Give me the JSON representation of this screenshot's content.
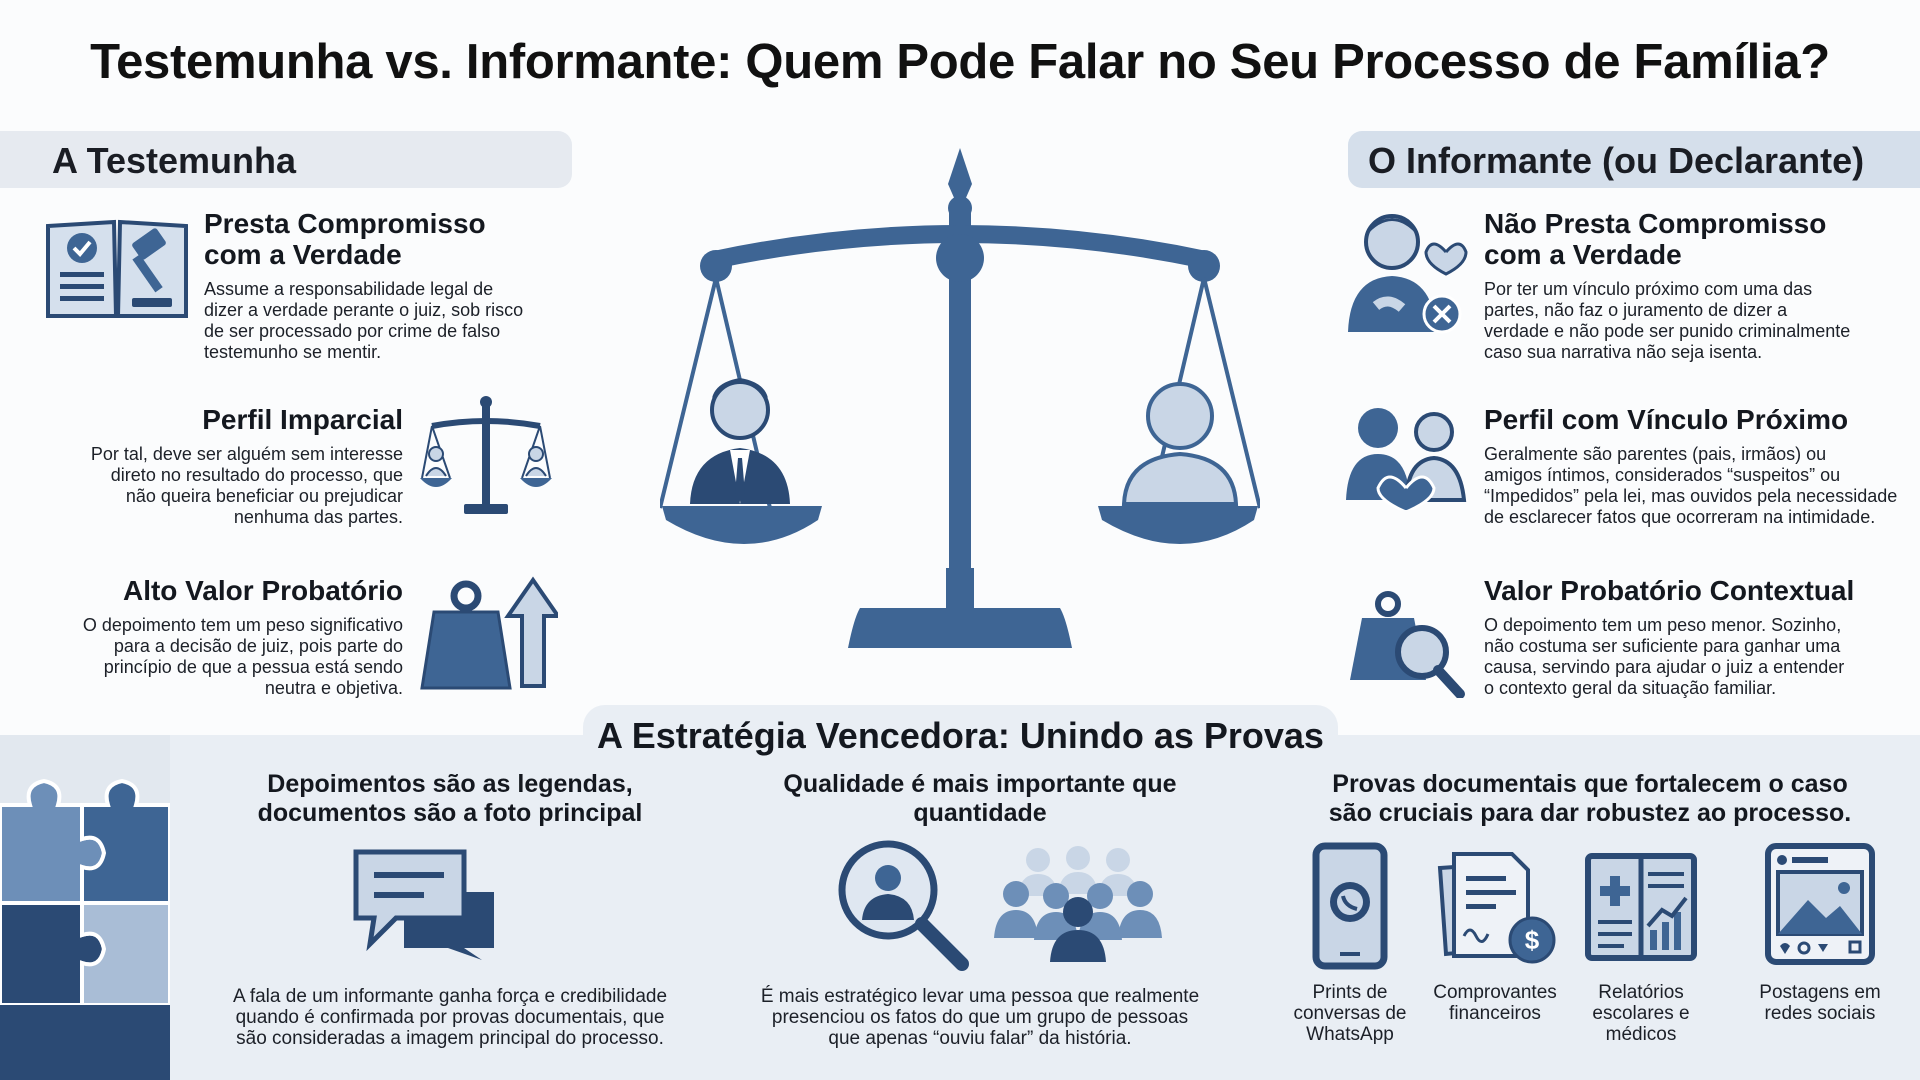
{
  "title": "Testemunha vs. Informante: Quem Pode Falar no Seu Processo de Família?",
  "left_section": {
    "heading": "A Testemunha",
    "items": [
      {
        "title_l1": "Presta Compromisso",
        "title_l2": "com a Verdade",
        "text_lines": [
          "Assume a responsabilidade legal de",
          "dizer a verdade perante o juiz, sob risco",
          "de ser processado por crime de falso",
          "testemunho se mentir."
        ]
      },
      {
        "title_l1": "Perfil Imparcial",
        "text_lines": [
          "Por tal, deve ser alguém sem interesse",
          "direto no resultado do processo, que",
          "não queira beneficiar ou prejudicar",
          "nenhuma das partes."
        ]
      },
      {
        "title_l1": "Alto Valor Probatório",
        "text_lines": [
          "O depoimento tem um peso significativo",
          "para a decisão de juiz, pois parte do",
          "princípio de que a pessua está sendo",
          "neutra e objetiva."
        ]
      }
    ]
  },
  "right_section": {
    "heading": "O Informante (ou Declarante)",
    "items": [
      {
        "title_l1": "Não Presta Compromisso",
        "title_l2": "com a Verdade",
        "text_lines": [
          "Por ter um vínculo próximo com uma das",
          "partes, não faz o juramento de dizer a",
          "verdade e não pode ser punido criminalmente",
          "caso sua narrativa não seja isenta."
        ]
      },
      {
        "title_l1": "Perfil com Vínculo Próximo",
        "text_lines": [
          "Geralmente são parentes (pais, irmãos) ou",
          "amigos íntimos, considerados “suspeitos” ou",
          "“Impedidos” pela lei, mas ouvidos pela necessidade",
          "de esclarecer fatos que ocorreram na intimidade."
        ]
      },
      {
        "title_l1": "Valor Probatório Contextual",
        "text_lines": [
          "O depoimento tem um peso menor. Sozinho,",
          "não costuma ser suficiente para ganhar uma",
          "causa, servindo para ajudar o juiz a entender",
          "o contexto geral da situação familiar."
        ]
      }
    ]
  },
  "strategy": {
    "heading": "A Estratégia Vencedora: Unindo as Provas",
    "col1": {
      "title_l1": "Depoimentos são as legendas,",
      "title_l2": "documentos são a foto principal",
      "text_lines": [
        "A fala de um informante ganha força e credibilidade",
        "quando é confirmada por provas documentais, que",
        "são consideradas a imagem principal do processo."
      ]
    },
    "col2": {
      "title_l1": "Qualidade é mais importante que",
      "title_l2": "quantidade",
      "text_lines": [
        "É mais estratégico levar uma pessoa que realmente",
        "presenciou os fatos do que um grupo de pessoas",
        "que apenas “ouviu falar” da história."
      ]
    },
    "col3": {
      "title_l1": "Provas documentais que fortalecem o caso",
      "title_l2": "são cruciais para dar robustez ao processo.",
      "docs": [
        {
          "label_lines": [
            "Prints de",
            "conversas de",
            "WhatsApp"
          ],
          "icon": "phone-whatsapp-icon"
        },
        {
          "label_lines": [
            "Comprovantes",
            "financeiros"
          ],
          "icon": "financial-receipt-icon"
        },
        {
          "label_lines": [
            "Relatórios",
            "escolares e",
            "médicos"
          ],
          "icon": "medical-report-icon"
        },
        {
          "label_lines": [
            "Postagens em",
            "redes sociais"
          ],
          "icon": "social-post-icon"
        }
      ]
    }
  },
  "colors": {
    "primary": "#3e6594",
    "dark": "#2b4a74",
    "light": "#c9d6e6",
    "band": "#e9eef4"
  }
}
